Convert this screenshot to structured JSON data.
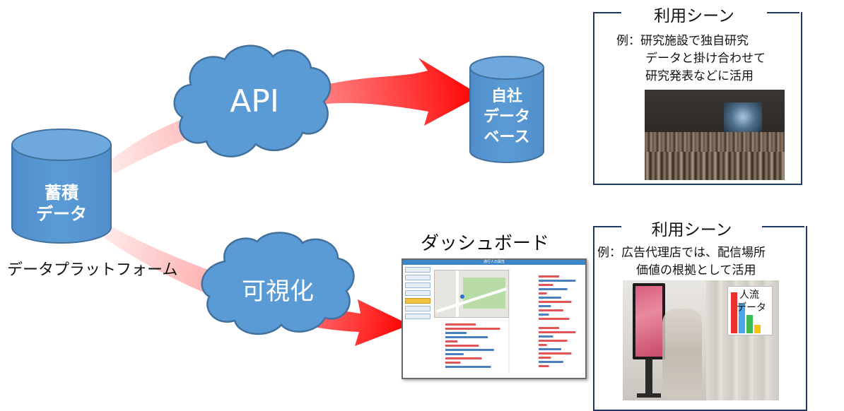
{
  "storage": {
    "label_line1": "蓄積",
    "label_line2": "データ"
  },
  "platform_label": "データプラットフォーム",
  "api_cloud": {
    "label": "API"
  },
  "visualize_cloud": {
    "label": "可視化"
  },
  "company_db": {
    "label_line1": "自社",
    "label_line2": "データ",
    "label_line3": "ベース"
  },
  "dashboard": {
    "title": "ダッシュボード",
    "screen_header": "通行人の属性"
  },
  "scene_top": {
    "title": "利用シーン",
    "line1": "例：研究施設で独自研究",
    "line2": "データと掛け合わせて",
    "line3": "研究発表などに活用"
  },
  "scene_bottom": {
    "title": "利用シーン",
    "line1": "例：広告代理店では、配信場所",
    "line2": "価値の根拠として活用",
    "overlay_line1": "人流",
    "overlay_line2": "データ"
  },
  "colors": {
    "shape_fill": "#5b9bd5",
    "shape_stroke": "#41719c",
    "arrow_red": "#ff0000",
    "frame_navy": "#1f3864"
  },
  "icons": [
    "cylinder-icon",
    "cloud-icon",
    "arrow-icon",
    "chart-icon",
    "photo-icon"
  ]
}
